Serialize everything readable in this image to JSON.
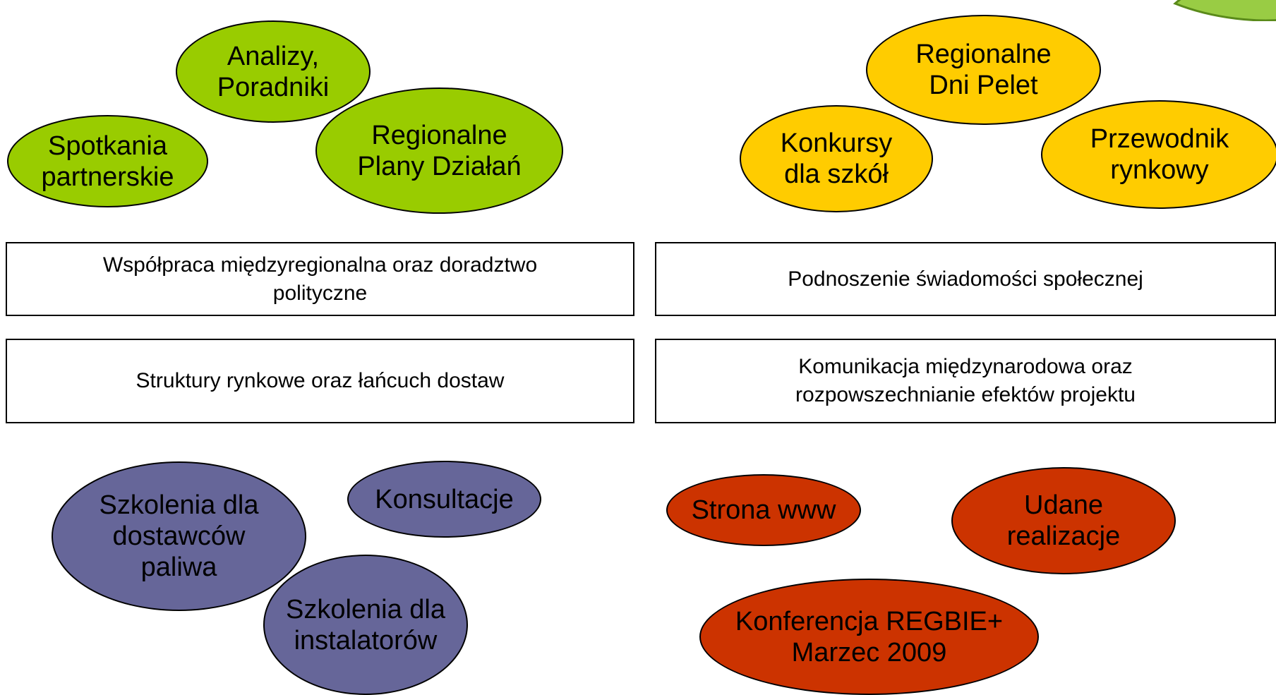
{
  "clusters": {
    "cooperation": {
      "analizy": "Analizy,\nPoradniki",
      "spotkania": "Spotkania\npartnerskie",
      "plany": "Regionalne\nPlany Działań"
    },
    "awareness": {
      "dni_pelet": "Regionalne\nDni Pelet",
      "konkursy": "Konkursy\ndla szkół",
      "przewodnik": "Przewodnik\nrynkowy"
    },
    "market": {
      "szkolenia_dostawcow": "Szkolenia dla\ndostawców\npaliwa",
      "konsultacje": "Konsultacje",
      "szkolenia_instalatorow": "Szkolenia dla\ninstalatorów"
    },
    "communication": {
      "strona": "Strona www",
      "udane": "Udane\nrealizacje",
      "konferencja": "Konferencja REGBIE+\nMarzec 2009"
    }
  },
  "boxes": {
    "wspolpraca": "Współpraca międzyregionalna oraz doradztwo\npolityczne",
    "swiadomosc": "Podnoszenie świadomości społecznej",
    "struktury": "Struktury rynkowe oraz łańcuch dostaw",
    "komunikacja": "Komunikacja międzynarodowa oraz\nrozpowszechnianie efektów projektu"
  },
  "colors": {
    "green": "#99cc00",
    "yellow": "#ffcc00",
    "purple": "#666699",
    "red": "#cc3300",
    "leaf": "#99cc44"
  }
}
